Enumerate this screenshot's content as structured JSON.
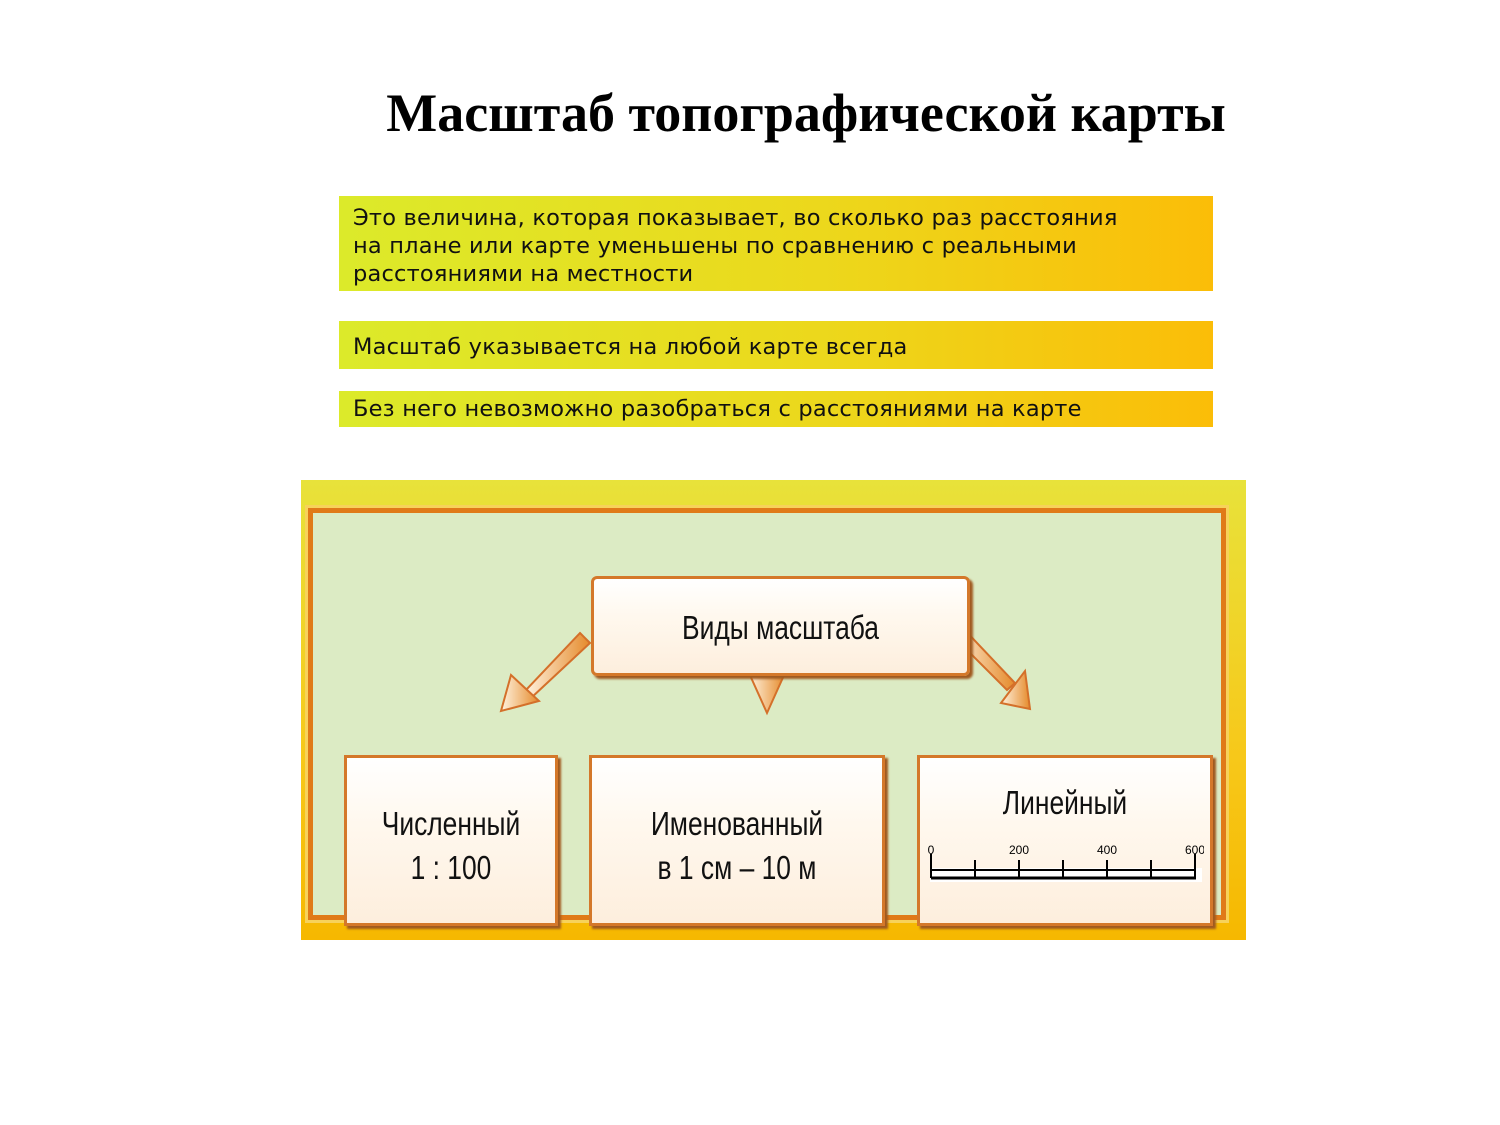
{
  "title": "Масштаб топографической карты",
  "banners": [
    {
      "lines": [
        "Это величина, которая показывает, во сколько раз расстояния",
        "на плане или карте уменьшены по сравнению с реальными",
        "расстояниями на местности"
      ]
    },
    {
      "text": "Масштаб указывается на любой карте всегда"
    },
    {
      "text": "Без него невозможно разобраться с расстояниями на карте"
    }
  ],
  "diagram": {
    "root": "Виды масштаба",
    "types": [
      {
        "name": "Численный",
        "example": "1 : 100"
      },
      {
        "name": "Именованный",
        "example": "в 1 см – 10 м"
      },
      {
        "name": "Линейный",
        "scale_labels": [
          "0",
          "200",
          "400",
          "600"
        ]
      }
    ]
  },
  "colors": {
    "banner_start": "#dcea2a",
    "banner_end": "#fbbd08",
    "frame": "#e07a18",
    "panel": "#dcebc4"
  }
}
